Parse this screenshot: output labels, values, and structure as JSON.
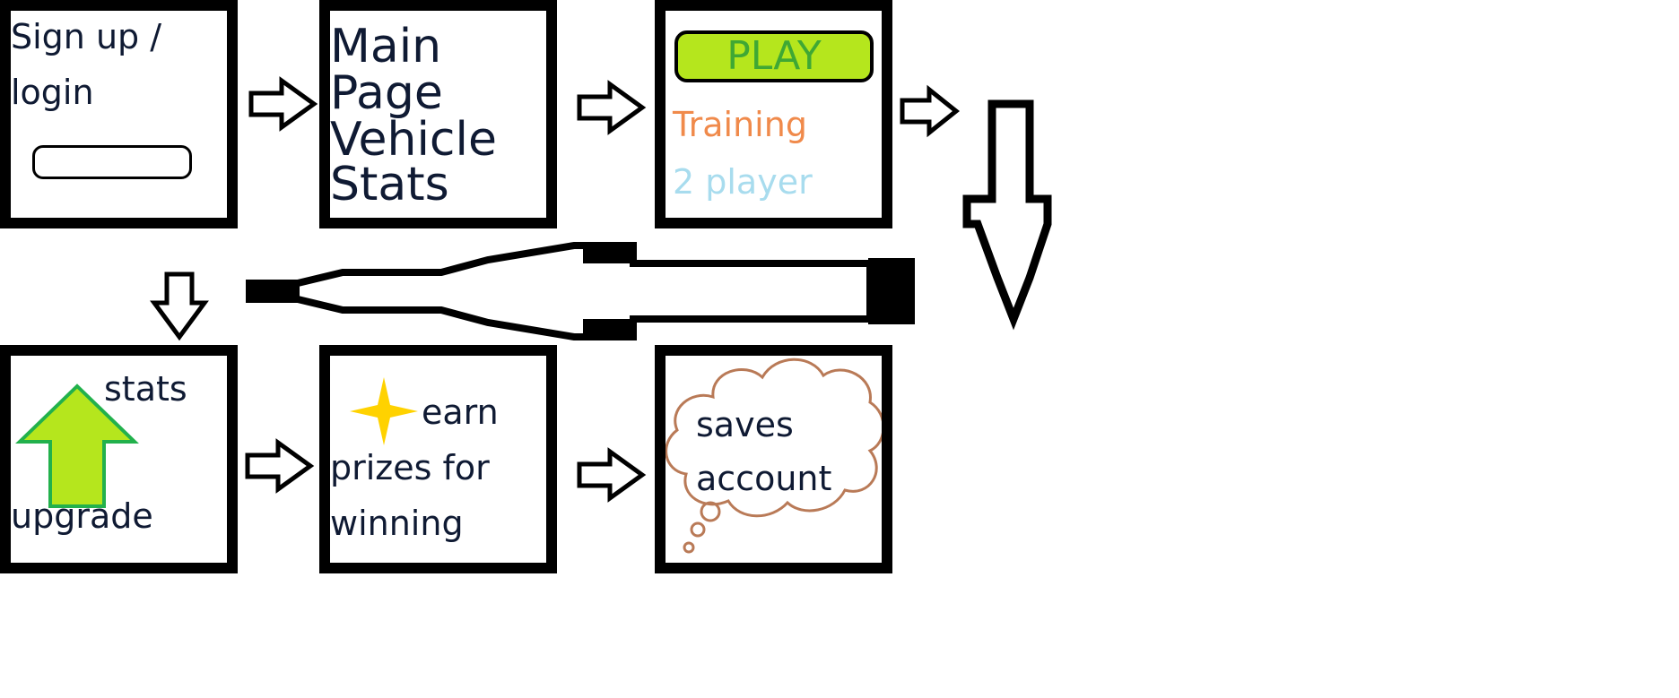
{
  "steps": {
    "signup": {
      "label_line1": "Sign up /",
      "label_line2": "login"
    },
    "main_page": {
      "line1": "Main",
      "line2": "Page",
      "line3": "Vehicle",
      "line4": "Stats"
    },
    "play_menu": {
      "play_label": "PLAY",
      "training_label": "Training",
      "two_player_label": "2 player"
    },
    "upgrade": {
      "stats_label": "stats",
      "upgrade_label": "upgrade"
    },
    "prizes": {
      "line1": "earn",
      "line2": "prizes for",
      "line3": "winning"
    },
    "saves": {
      "line1": "saves",
      "line2": "account"
    }
  },
  "colors": {
    "border": "#000000",
    "play_fill": "#b5e61d",
    "play_text": "#3fa834",
    "training_text": "#f08a4b",
    "two_player_text": "#a8dcee",
    "upgrade_arrow_fill": "#b5e61d",
    "upgrade_arrow_stroke": "#22b14c",
    "star": "#ffd200",
    "cloud": "#b97a57"
  },
  "icons": {
    "arrows": "arrow-right-icon",
    "down_arrow": "arrow-down-icon",
    "upgrade": "arrow-up-icon",
    "star": "star-icon",
    "cloud": "thought-cloud-icon",
    "long_arrow": "long-arrow-left-icon"
  }
}
